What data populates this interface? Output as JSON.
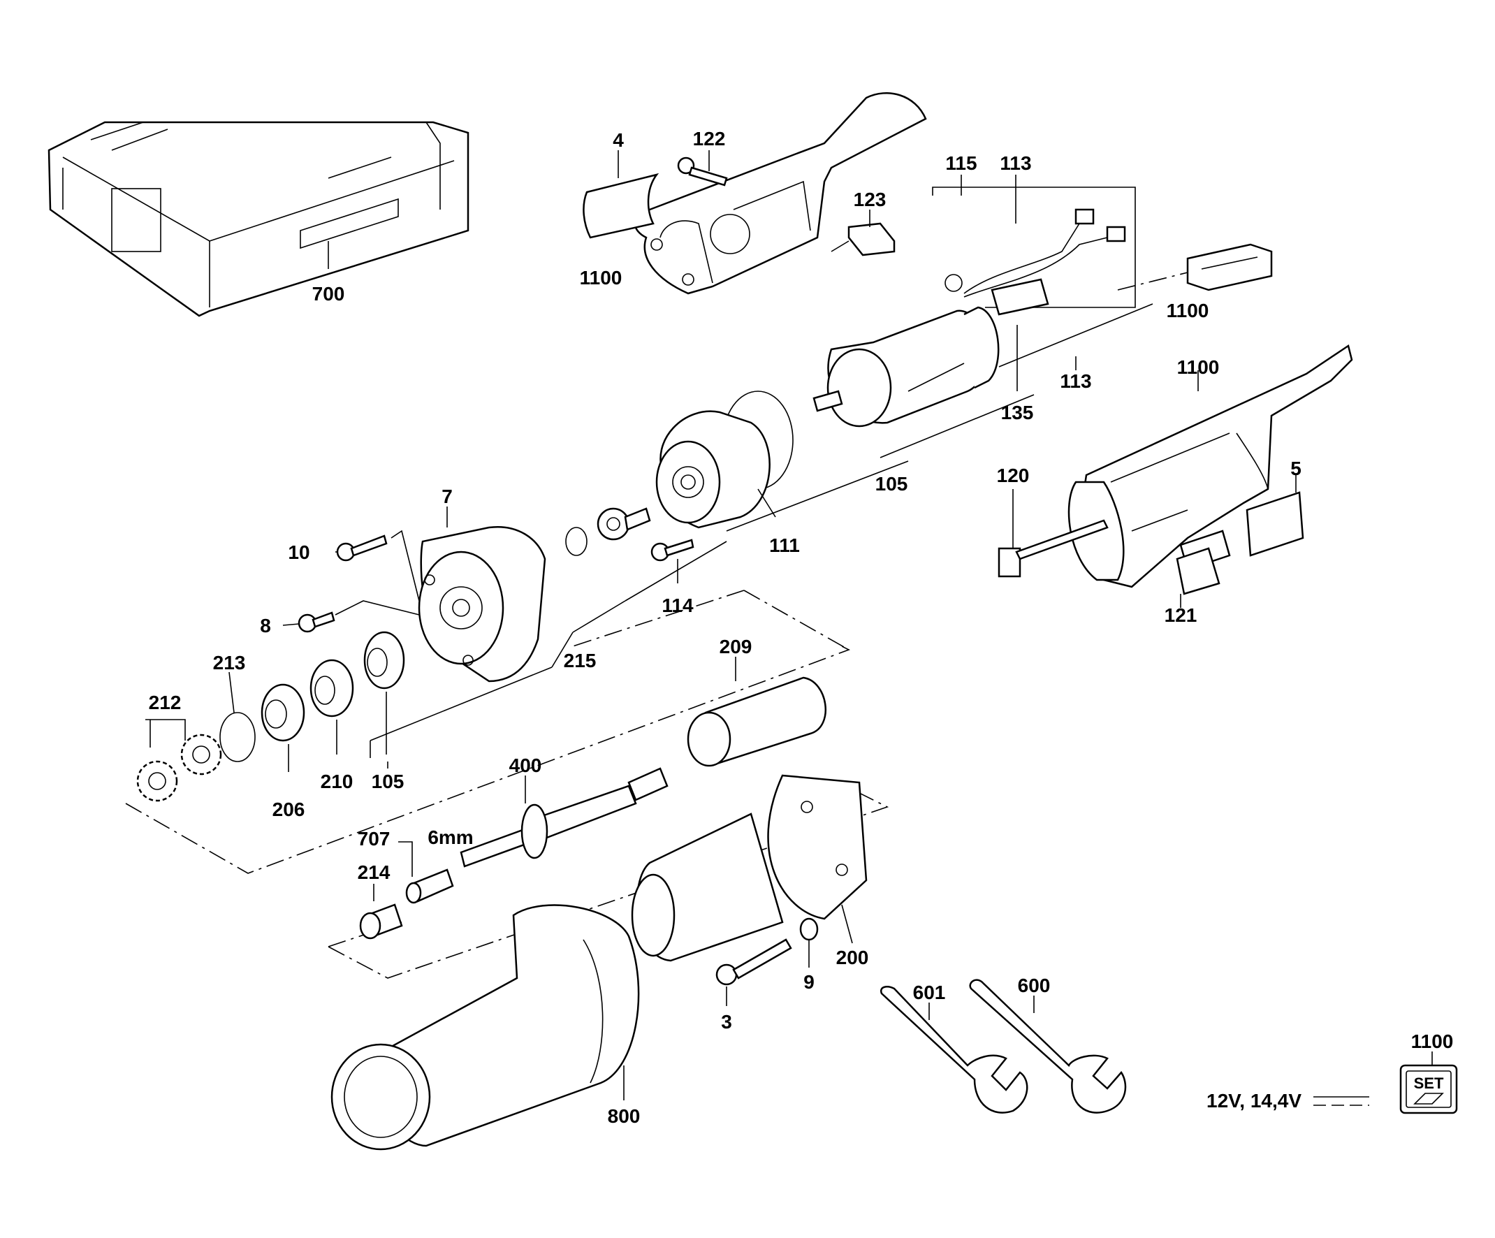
{
  "diagram": {
    "labels": [
      {
        "id": "700",
        "text": "700"
      },
      {
        "id": "4",
        "text": "4"
      },
      {
        "id": "122",
        "text": "122"
      },
      {
        "id": "123",
        "text": "123"
      },
      {
        "id": "1100a",
        "text": "1100"
      },
      {
        "id": "115",
        "text": "115"
      },
      {
        "id": "113a",
        "text": "113"
      },
      {
        "id": "113b",
        "text": "113"
      },
      {
        "id": "135",
        "text": "135"
      },
      {
        "id": "1100b",
        "text": "1100"
      },
      {
        "id": "1100c",
        "text": "1100"
      },
      {
        "id": "105a",
        "text": "105"
      },
      {
        "id": "111",
        "text": "111"
      },
      {
        "id": "120",
        "text": "120"
      },
      {
        "id": "5",
        "text": "5"
      },
      {
        "id": "121",
        "text": "121"
      },
      {
        "id": "7",
        "text": "7"
      },
      {
        "id": "10",
        "text": "10"
      },
      {
        "id": "8",
        "text": "8"
      },
      {
        "id": "114",
        "text": "114"
      },
      {
        "id": "215",
        "text": "215"
      },
      {
        "id": "209",
        "text": "209"
      },
      {
        "id": "213",
        "text": "213"
      },
      {
        "id": "212",
        "text": "212"
      },
      {
        "id": "206",
        "text": "206"
      },
      {
        "id": "210",
        "text": "210"
      },
      {
        "id": "105b",
        "text": "105"
      },
      {
        "id": "400",
        "text": "400"
      },
      {
        "id": "707",
        "text": "707"
      },
      {
        "id": "6mm",
        "text": "6mm"
      },
      {
        "id": "214",
        "text": "214"
      },
      {
        "id": "200",
        "text": "200"
      },
      {
        "id": "9",
        "text": "9"
      },
      {
        "id": "3",
        "text": "3"
      },
      {
        "id": "800",
        "text": "800"
      },
      {
        "id": "601",
        "text": "601"
      },
      {
        "id": "600",
        "text": "600"
      },
      {
        "id": "1100d",
        "text": "1100"
      }
    ],
    "set_badge": "SET",
    "voltage_note": "12V, 14,4V"
  }
}
